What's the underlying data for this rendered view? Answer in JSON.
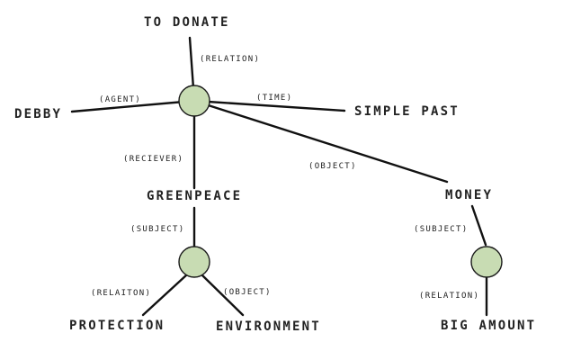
{
  "nodes": {
    "to_donate": "TO DONATE",
    "debby": "DEBBY",
    "simple_past": "SIMPLE PAST",
    "greenpeace": "GREENPEACE",
    "money": "MONEY",
    "protection": "PROTECTION",
    "environment": "ENVIRONMENT",
    "big_amount": "BIG AMOUNT"
  },
  "relations": {
    "relation_top": "(RELATION)",
    "agent": "(AGENT)",
    "time": "(TIME)",
    "reciever": "(RECIEVER)",
    "object_top": "(OBJECT)",
    "subject_left": "(SUBJECT)",
    "subject_right": "(SUBJECT)",
    "relaiton": "(RELAITON)",
    "object_left": "(OBJECT)",
    "relation_right": "(RELATION)"
  },
  "colors": {
    "node_fill": "#c8dcb3",
    "line": "#111111"
  }
}
